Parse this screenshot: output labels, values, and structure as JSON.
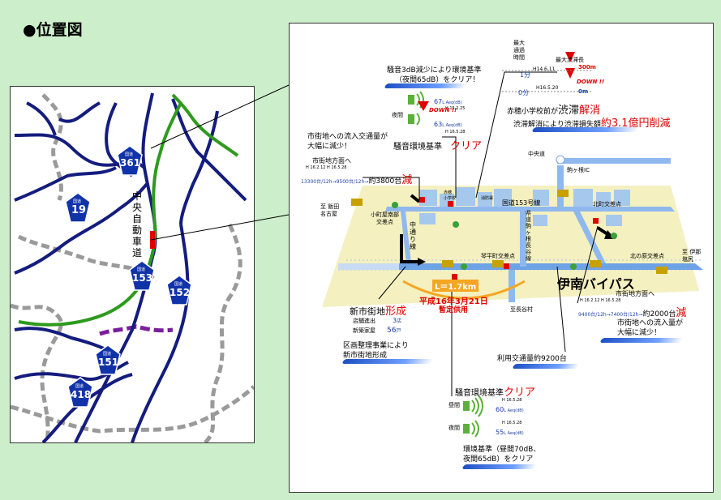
{
  "title": "●位置図",
  "left_map": {
    "shields": [
      {
        "label": "国道",
        "num": "361"
      },
      {
        "label": "国道",
        "num": "19"
      },
      {
        "label": "国道",
        "num": "153"
      },
      {
        "label": "国道",
        "num": "152"
      },
      {
        "label": "国道",
        "num": "151"
      },
      {
        "label": "国道",
        "num": "418"
      }
    ],
    "expressway": "中央自動車道"
  },
  "right_map": {
    "congestion": {
      "header": [
        "最大",
        "通過",
        "時間"
      ],
      "max_len": "最大渋滞長",
      "date1": "H14.6.11",
      "len1": "300m",
      "time1": "1分",
      "down": "DOWN !!",
      "date2": "H16.5.20",
      "len2": "0m",
      "time2": "0分"
    },
    "noise_top": {
      "line1": "騒音3dB減少により環境基準",
      "line2": "（夜間65dB）をクリア！",
      "val1": "67",
      "unit1": "L Aeq(dB)",
      "date1": "H 15.2.25",
      "down": "DOWN !!",
      "label": "夜間",
      "val2": "63",
      "unit2": "L Aeq(dB)",
      "date2": "H 16.5.28",
      "caption": "騒音環境基準",
      "clear": "クリア"
    },
    "school": {
      "line1a": "赤穂小学校前が",
      "line1b": "渋滞",
      "line1c": "解消",
      "line2a": "渋滞解消により渋滞損失額",
      "line2b": "約3.1億円削減"
    },
    "inflow": {
      "line1": "市街地への流入交通量が",
      "line2": "大幅に減少！",
      "dir": "市街地方面へ",
      "dates": "H 16.2.12        H 16.5.28",
      "vals": "13300台/12h→9500台/12h→",
      "approx": "約3800台",
      "gen": "減"
    },
    "places": {
      "chuodo": "中央道",
      "komagane": "駒ヶ根IC",
      "iida": "至 飯田\n名古屋",
      "komuro": "小町屋南部\n交差点",
      "akahoshi": "赤穂\n小学校",
      "shoboshi": "消防署",
      "route153": "国道153号線",
      "naka": "中通り線",
      "kenmichi": "県道駒ヶ根長谷線",
      "kitamachi": "北町交差点",
      "kotohira": "琴平町交差点",
      "kitanohara": "北の原交差点",
      "shiojiri": "至 伊那\n塩尻",
      "choutani": "至長谷村",
      "bypass": "伊南バイパス",
      "length": "L＝1.7km",
      "opening1": "平成16年3月21日",
      "opening2": "暫定供用"
    },
    "newtown": {
      "a": "新市街地",
      "b": "形成",
      "shop": "店舗進出",
      "shop_n": "3",
      "shop_u": "店",
      "house": "新築家屋",
      "house_n": "56",
      "house_u": "戸",
      "project1": "区画整理事業により",
      "project2": "新市街地形成"
    },
    "outflow": {
      "dir": "市街地方面へ",
      "dates": "H 16.2.12        H 16.5.28",
      "vals": "9400台/12h→7400台/12h→",
      "approx": "約2000台",
      "gen": "減",
      "line1": "市街地への流入量が",
      "line2": "大幅に減少！"
    },
    "usage": "利用交通量約9200台",
    "noise_bottom": {
      "caption": "騒音環境基準",
      "clear": "クリア",
      "day": "昼間",
      "date_day": "H 16.5.28",
      "val_day": "60",
      "unit": "L Aeq(dB)",
      "night": "夜間",
      "date_night": "H 16.5.28",
      "val_night": "55",
      "std1": "環境基準（昼間70dB、",
      "std2": "夜間65dB）をクリア"
    }
  }
}
